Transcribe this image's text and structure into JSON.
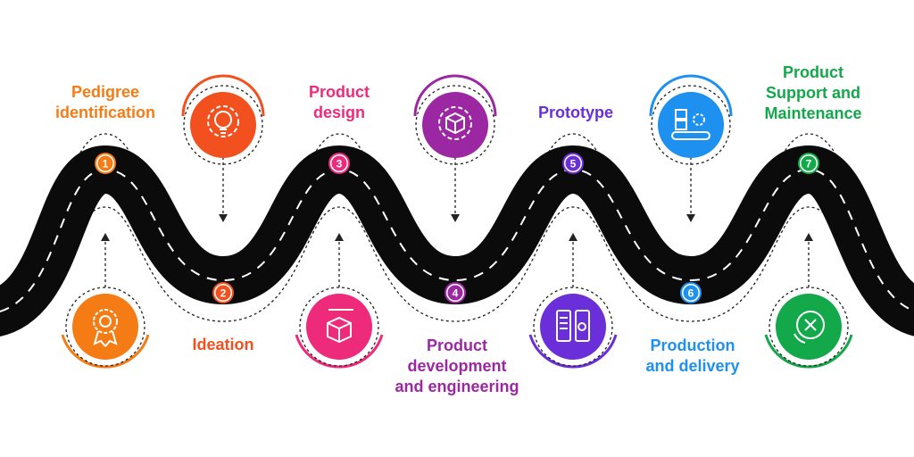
{
  "steps": [
    {
      "number": "1",
      "title": "Pedigree\nidentification",
      "color": "#f57c14",
      "icon": "ribbon-award-icon"
    },
    {
      "number": "2",
      "title": "Ideation",
      "color": "#f2501e",
      "icon": "lightbulb-gear-icon"
    },
    {
      "number": "3",
      "title": "Product\ndesign",
      "color": "#ee2a7b",
      "icon": "box-pen-design-icon"
    },
    {
      "number": "4",
      "title": "Product\ndevelopment\nand engineering",
      "color": "#9c27a3",
      "icon": "cube-gear-icon"
    },
    {
      "number": "5",
      "title": "Prototype",
      "color": "#6a2fd8",
      "icon": "mobile-wireframe-icon"
    },
    {
      "number": "6",
      "title": "Production\nand delivery",
      "color": "#1e90f0",
      "icon": "conveyor-boxes-icon"
    },
    {
      "number": "7",
      "title": "Product\nSupport and\nMaintenance",
      "color": "#13a84a",
      "icon": "support-tools-icon"
    }
  ]
}
